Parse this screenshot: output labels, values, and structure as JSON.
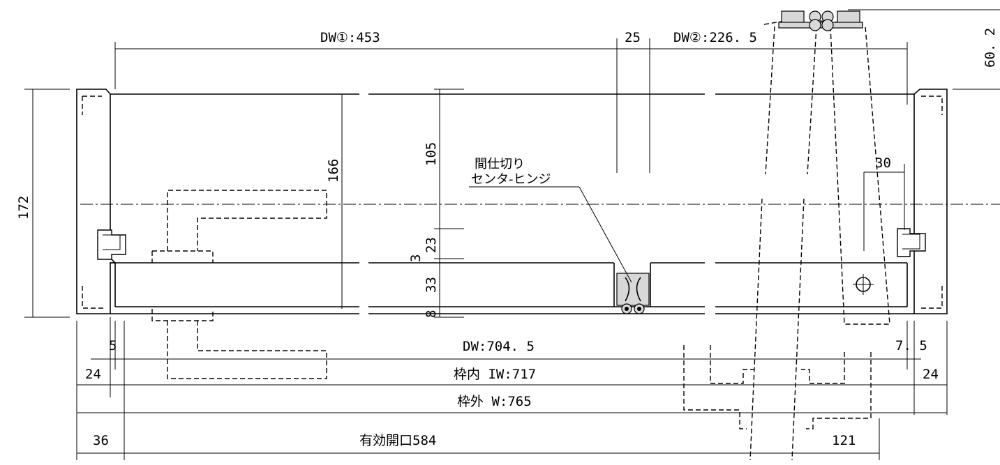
{
  "dimensions": {
    "dw1": "DW①:453",
    "gap25": "25",
    "dw2": "DW②:226. 5",
    "top_offset": "60. 2",
    "height_total": "172",
    "height_inner": "166",
    "seg_105": "105",
    "seg_23": "23",
    "seg_3": "3",
    "seg_33": "33",
    "seg_8": "8",
    "seg_30": "30",
    "left_5": "5",
    "right_7_5": "7. 5",
    "dw_total": "DW:704. 5",
    "frame_inner": "枠内 IW:717",
    "left_24": "24",
    "right_24": "24",
    "frame_outer": "枠外 W:765",
    "left_36": "36",
    "effective_opening": "有効開口584",
    "right_121": "121"
  },
  "labels": {
    "partition_line1": "間仕切り",
    "partition_line2": "センタ-ヒンジ"
  }
}
